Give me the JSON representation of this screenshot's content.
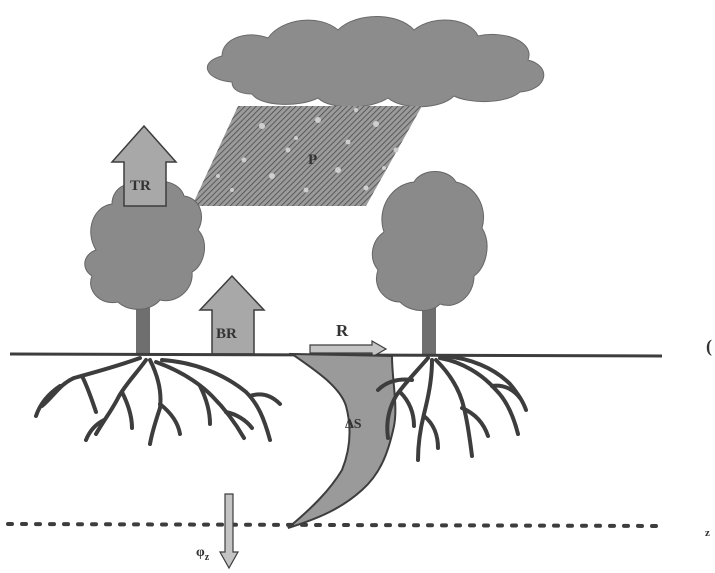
{
  "labels": {
    "precipitation": "P",
    "transpiration": "TR",
    "bare_soil_evaporation": "BR",
    "runoff": "R",
    "storage_change": "ΔS",
    "drainage_flux_symbol": "φ",
    "drainage_flux_subscript": "z",
    "right_edge_top": "(",
    "right_edge_bottom": "z"
  },
  "colors": {
    "cloud": "#8c8c8c",
    "rain": "#6f6f6f",
    "tree": "#8a8a8a",
    "soil_column": "#9a9a9a",
    "arrow_fill": "#a8a8a8",
    "lines": "#3d3d3d"
  }
}
